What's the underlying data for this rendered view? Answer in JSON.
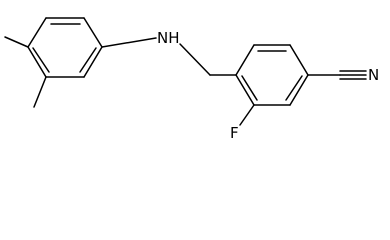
{
  "molecule": {
    "atoms": {
      "nh": "NH",
      "n_nitrile": "N",
      "f": "F"
    },
    "colors": {
      "bond": "#000000",
      "text": "#000000",
      "background": "#ffffff"
    }
  }
}
